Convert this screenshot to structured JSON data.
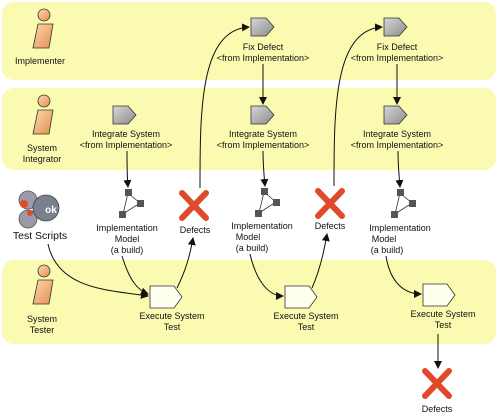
{
  "roles": {
    "implementer": [
      "Implementer"
    ],
    "integrator": [
      "System",
      "Integrator"
    ],
    "tester": [
      "System",
      "Tester"
    ]
  },
  "artifacts": {
    "test_scripts": "Test Scripts",
    "fix_defect": [
      "Fix Defect",
      "<from Implementation>"
    ],
    "integrate_system": [
      "Integrate System",
      "<from Implementation>"
    ],
    "implementation_model": [
      "Implementation",
      "Model",
      "(a build)"
    ],
    "defects": "Defects",
    "execute_system_test": [
      "Execute System",
      "Test"
    ],
    "ok_badge": "ok"
  },
  "colors": {
    "lane": "#fafab0",
    "activity_gray": "#a8a8a8",
    "activity_white": "#fffff0",
    "defect_red": "#e04a2a",
    "person": "#f0b080"
  }
}
